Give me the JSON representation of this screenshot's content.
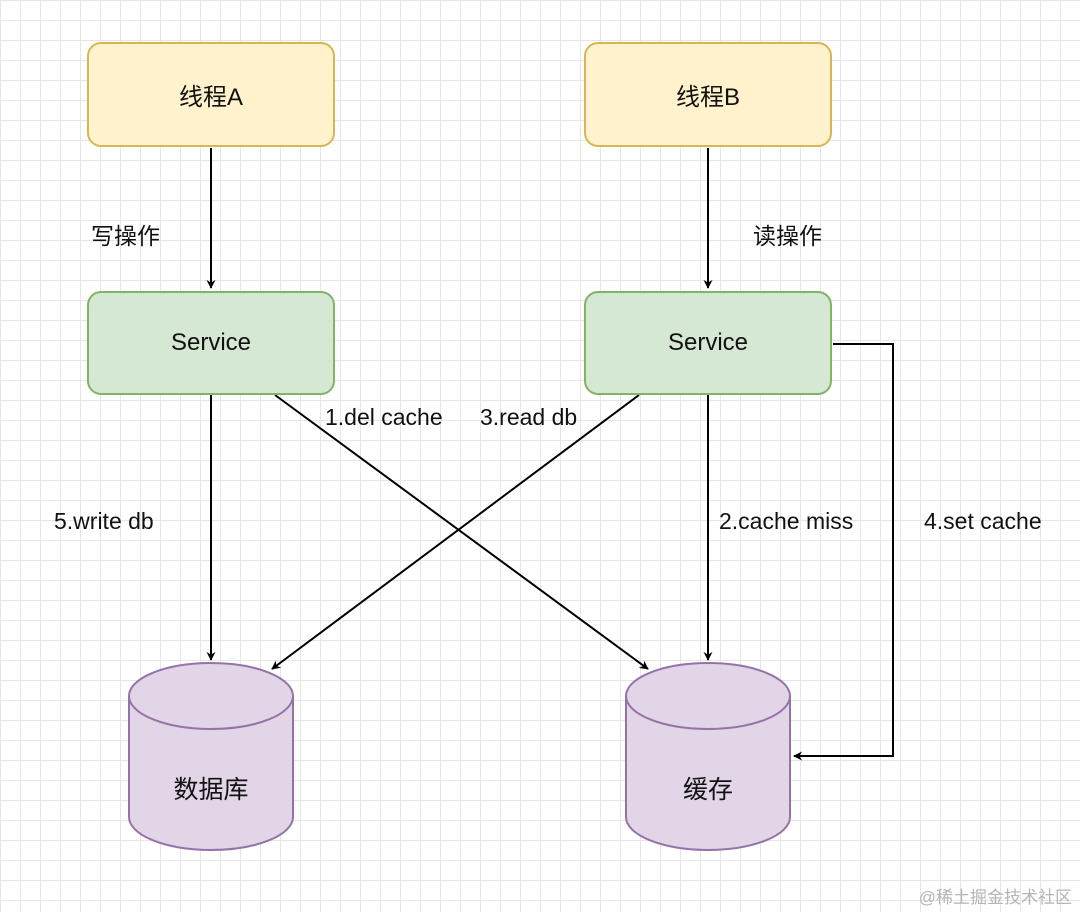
{
  "nodes": {
    "thread_a": "线程A",
    "thread_b": "线程B",
    "service_a": "Service",
    "service_b": "Service",
    "database": "数据库",
    "cache": "缓存"
  },
  "edge_labels": {
    "write_op": "写操作",
    "read_op": "读操作",
    "del_cache": "1.del cache",
    "cache_miss": "2.cache miss",
    "read_db": "3.read db",
    "set_cache": "4.set cache",
    "write_db": "5.write db"
  },
  "watermark": "@稀土掘金技术社区",
  "colors": {
    "thread_fill": "#fff2cc",
    "thread_stroke": "#d6b656",
    "service_fill": "#d5e8d4",
    "service_stroke": "#82b366",
    "storage_fill": "#e1d5e7",
    "storage_stroke": "#9673a6",
    "edge": "#000000"
  }
}
